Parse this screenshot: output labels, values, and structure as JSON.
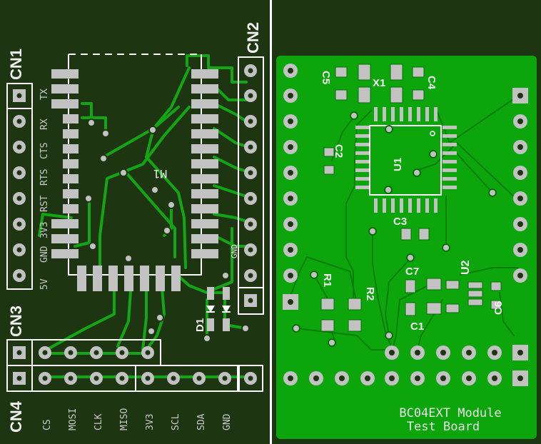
{
  "left_board": {
    "connectors": {
      "cn1": "CN1",
      "cn2": "CN2",
      "cn3": "CN3",
      "cn4": "CN4"
    },
    "cn1_pins": [
      "TX",
      "RX",
      "CTS",
      "RTS",
      "RST",
      "3V3",
      "GND",
      "5V"
    ],
    "cn2_pin_label": "GND",
    "module_label": "M1",
    "diode_label": "D1",
    "cn4_pins": [
      "CS",
      "MOSI",
      "CLK",
      "MISO",
      "3V3",
      "SCL",
      "SDA",
      "GND"
    ]
  },
  "right_board": {
    "components": {
      "x1": "X1",
      "c4": "C4",
      "c5": "C5",
      "c2": "C2",
      "u1": "U1",
      "c3": "C3",
      "u2": "U2",
      "r1": "R1",
      "r2": "R2",
      "c7": "C7",
      "c1": "C1",
      "c6": "C6"
    },
    "title_line1": "BC04EXT Module",
    "title_line2": "Test Board"
  },
  "colors": {
    "left_bg": "#1e3512",
    "copper": "#13a813",
    "pad": "#c2c2c2",
    "silkscreen": "#ffffff",
    "right_board": "#0da50d",
    "right_bg": "#1e3512",
    "divider": "#ffffff"
  }
}
